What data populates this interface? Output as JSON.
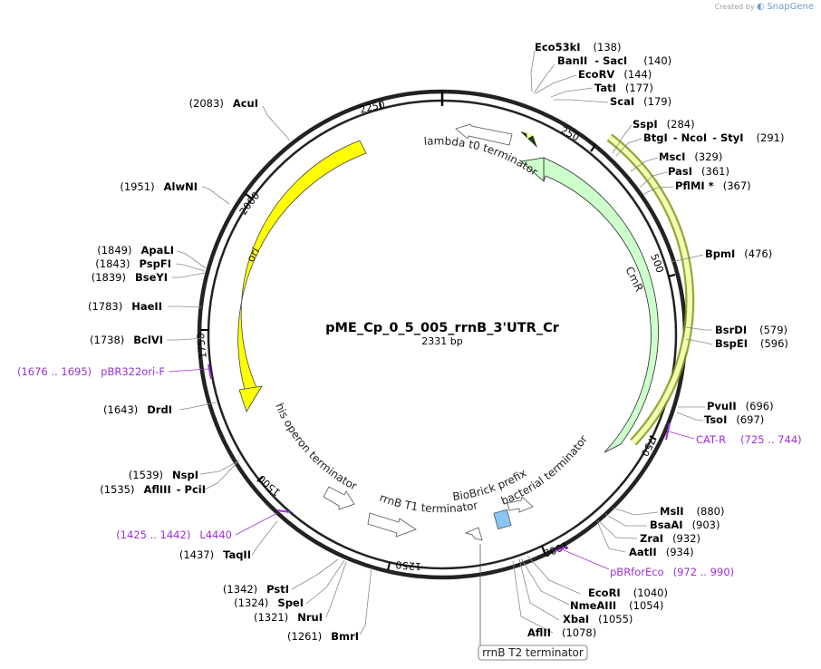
{
  "credit": {
    "created_by": "Created by",
    "brand": "SnapGene"
  },
  "plasmid": {
    "name": "pME_Cp_0_5_005_rrnB_3'UTR_Cr",
    "length_label": "2331 bp",
    "length": 2331
  },
  "colors": {
    "ori": "#ffff00",
    "cmr": "#ccffcc",
    "terminator": "#ffffff",
    "biobrick": "#88c4f5",
    "primer": "#9b30d9"
  },
  "ticks": [
    {
      "pos": 250,
      "label": "250"
    },
    {
      "pos": 500,
      "label": "500"
    },
    {
      "pos": 750,
      "label": "750"
    },
    {
      "pos": 1000,
      "label": "1000"
    },
    {
      "pos": 1250,
      "label": "1250"
    },
    {
      "pos": 1500,
      "label": "1500"
    },
    {
      "pos": 1750,
      "label": "1750"
    },
    {
      "pos": 2000,
      "label": "2000"
    },
    {
      "pos": 2250,
      "label": "2250"
    }
  ],
  "sites": [
    {
      "name": "Eco53kI",
      "pos": "(138)"
    },
    {
      "name": "BanII",
      "name2": "SacI",
      "pos": "(140)"
    },
    {
      "name": "EcoRV",
      "pos": "(144)"
    },
    {
      "name": "TatI",
      "pos": "(177)"
    },
    {
      "name": "ScaI",
      "pos": "(179)"
    },
    {
      "name": "SspI",
      "pos": "(284)"
    },
    {
      "name": "BtgI",
      "name2": "NcoI",
      "name3": "StyI",
      "pos": "(291)"
    },
    {
      "name": "MscI",
      "pos": "(329)"
    },
    {
      "name": "PasI",
      "pos": "(361)"
    },
    {
      "name": "PflMI *",
      "pos": "(367)"
    },
    {
      "name": "BpmI",
      "pos": "(476)"
    },
    {
      "name": "BsrDI",
      "pos": "(579)"
    },
    {
      "name": "BspEI",
      "pos": "(596)"
    },
    {
      "name": "PvuII",
      "pos": "(696)"
    },
    {
      "name": "TsoI",
      "pos": "(697)"
    },
    {
      "name": "MslI",
      "pos": "(880)"
    },
    {
      "name": "BsaAI",
      "pos": "(903)"
    },
    {
      "name": "ZraI",
      "pos": "(932)"
    },
    {
      "name": "AatII",
      "pos": "(934)"
    },
    {
      "name": "EcoRI",
      "pos": "(1040)"
    },
    {
      "name": "NmeAIII",
      "pos": "(1054)"
    },
    {
      "name": "XbaI",
      "pos": "(1055)"
    },
    {
      "name": "AflII",
      "pos": "(1078)"
    },
    {
      "name": "BmrI",
      "pos": "(1261)"
    },
    {
      "name": "NruI",
      "pos": "(1321)"
    },
    {
      "name": "SpeI",
      "pos": "(1324)"
    },
    {
      "name": "PstI",
      "pos": "(1342)"
    },
    {
      "name": "TaqII",
      "pos": "(1437)"
    },
    {
      "name": "AflIII",
      "name2": "PciI",
      "pos": "(1535)"
    },
    {
      "name": "NspI",
      "pos": "(1539)"
    },
    {
      "name": "DrdI",
      "pos": "(1643)"
    },
    {
      "name": "BclVI",
      "pos": "(1738)"
    },
    {
      "name": "HaeII",
      "pos": "(1783)"
    },
    {
      "name": "BseYI",
      "pos": "(1839)"
    },
    {
      "name": "PspFI",
      "pos": "(1843)"
    },
    {
      "name": "ApaLI",
      "pos": "(1849)"
    },
    {
      "name": "AlwNI",
      "pos": "(1951)"
    },
    {
      "name": "AcuI",
      "pos": "(2083)"
    }
  ],
  "primers": [
    {
      "name": "CAT-R",
      "range": "(725 .. 744)"
    },
    {
      "name": "pBRforEco",
      "range": "(972 .. 990)"
    },
    {
      "name": "L4440",
      "range": "(1425 .. 1442)"
    },
    {
      "name": "pBR322ori-F",
      "range": "(1676 .. 1695)"
    }
  ],
  "features": {
    "lambda": "lambda t0 terminator",
    "cmr": "CmR",
    "ori": "ori",
    "bacterial": "bacterial terminator",
    "biobrick": "BioBrick prefix",
    "rrnb_t1": "rrnB T1 terminator",
    "his": "his operon terminator",
    "rrnb_t2": "rrnB T2 terminator"
  }
}
